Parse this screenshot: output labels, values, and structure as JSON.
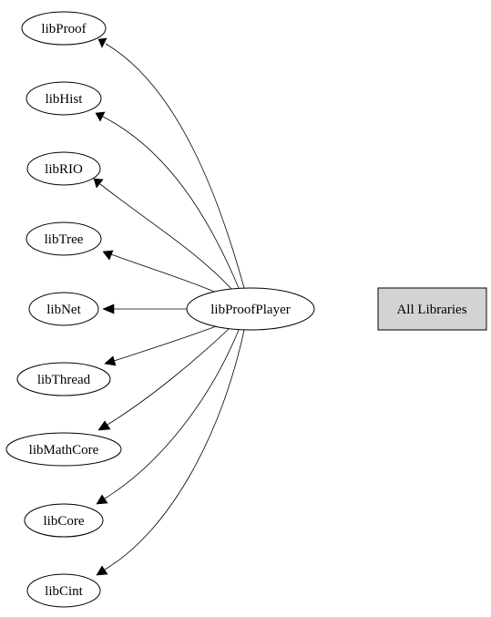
{
  "graph": {
    "colors": {
      "edge": "#000000",
      "node_fill": "#ffffff",
      "box_fill": "#d3d3d3"
    },
    "center": {
      "label": "libProofPlayer"
    },
    "all_libraries": {
      "label": "All Libraries"
    },
    "dependencies": [
      {
        "label": "libProof"
      },
      {
        "label": "libHist"
      },
      {
        "label": "libRIO"
      },
      {
        "label": "libTree"
      },
      {
        "label": "libNet"
      },
      {
        "label": "libThread"
      },
      {
        "label": "libMathCore"
      },
      {
        "label": "libCore"
      },
      {
        "label": "libCint"
      }
    ]
  }
}
